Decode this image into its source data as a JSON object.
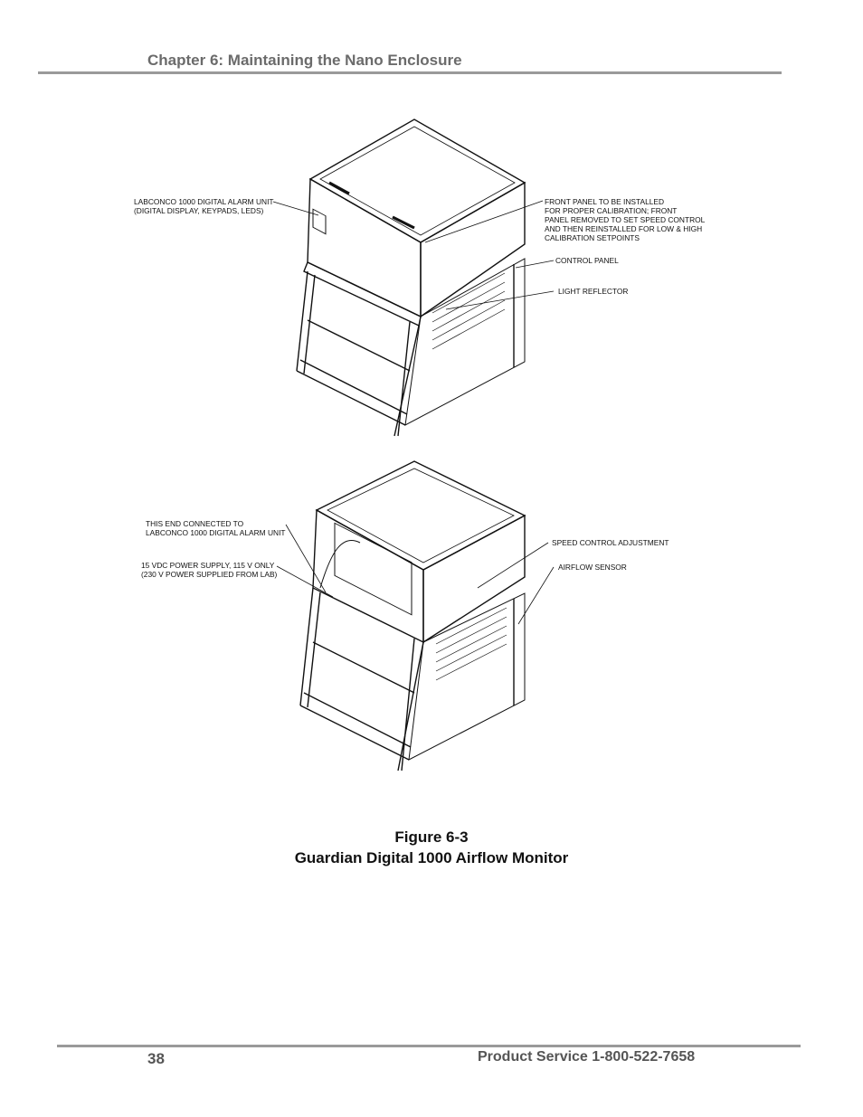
{
  "header": {
    "chapter_title": "Chapter 6: Maintaining the Nano Enclosure"
  },
  "figure": {
    "top_callouts": {
      "alarm_unit_1": "LABCONCO 1000 DIGITAL ALARM UNIT",
      "alarm_unit_2": "(DIGITAL DISPLAY, KEYPADS, LEDS)",
      "front_panel_1": "FRONT PANEL TO BE INSTALLED",
      "front_panel_2": "FOR PROPER CALIBRATION; FRONT",
      "front_panel_3": "PANEL REMOVED TO SET SPEED CONTROL",
      "front_panel_4": "AND THEN REINSTALLED FOR LOW & HIGH",
      "front_panel_5": "CALIBRATION SETPOINTS",
      "control_panel": "CONTROL PANEL",
      "light_reflector": "LIGHT REFLECTOR"
    },
    "bottom_callouts": {
      "end_connected_1": "THIS END CONNECTED TO",
      "end_connected_2": "LABCONCO 1000 DIGITAL ALARM UNIT",
      "power_supply_1": "15 VDC POWER SUPPLY, 115 V ONLY",
      "power_supply_2": "(230 V POWER SUPPLIED FROM LAB)",
      "speed_control": "SPEED CONTROL ADJUSTMENT",
      "airflow_sensor": "AIRFLOW SENSOR"
    }
  },
  "caption": {
    "number": "Figure 6-3",
    "title": "Guardian Digital 1000 Airflow Monitor"
  },
  "footer": {
    "page_number": "38",
    "product_service": "Product Service 1-800-522-7658"
  }
}
